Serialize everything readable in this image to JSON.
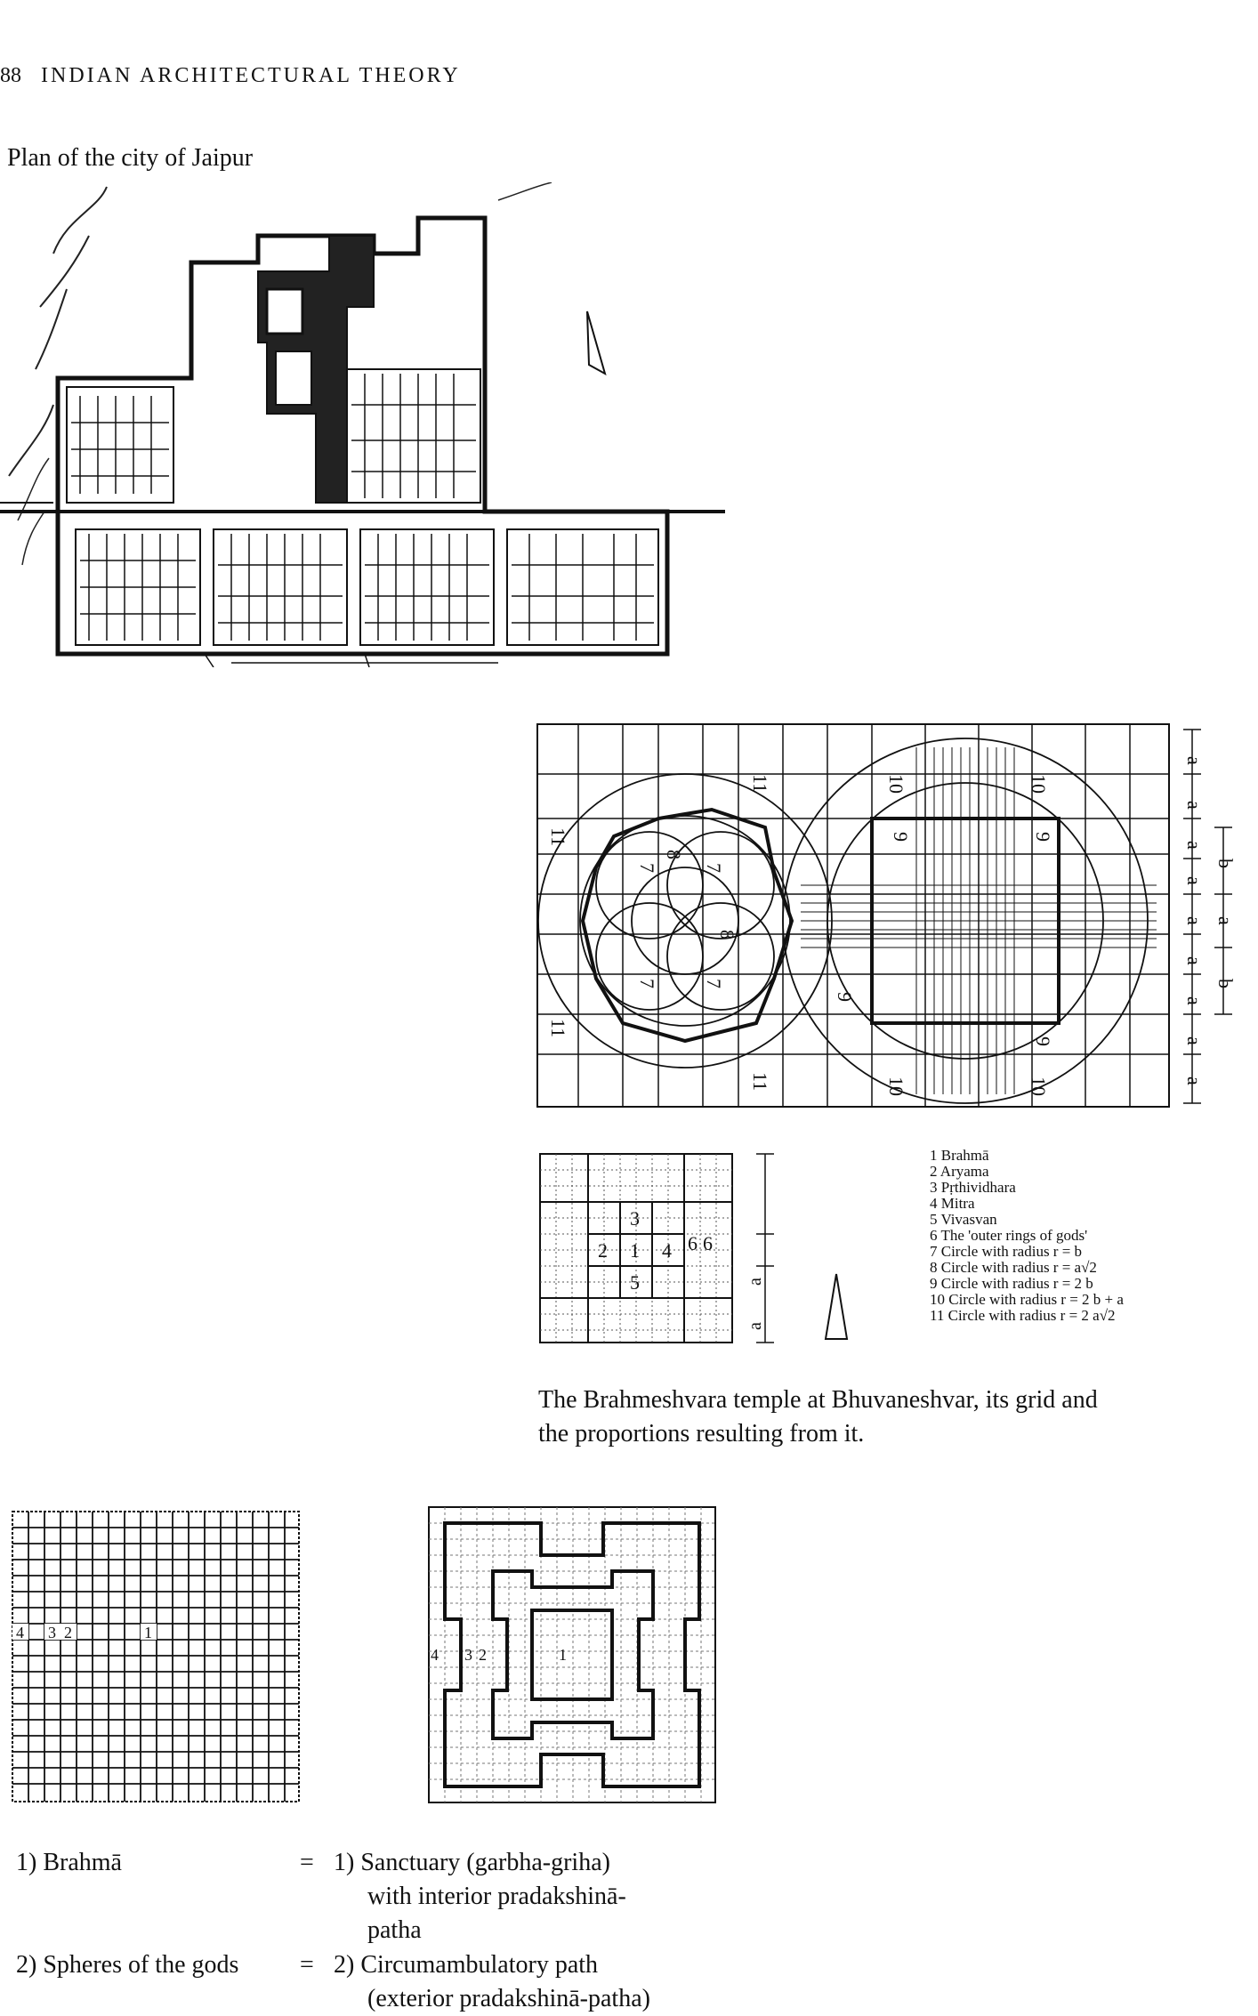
{
  "page": {
    "number": "88",
    "running_title": "INDIAN ARCHITECTURAL THEORY"
  },
  "figures": {
    "jaipur": {
      "caption": "Plan of the city of Jaipur"
    },
    "temple": {
      "caption_line1": "The Brahmeshvara temple at Bhuvaneshvar, its grid and",
      "caption_line2": "the proportions resulting from it.",
      "small_grid_labels": [
        "1",
        "2",
        "3",
        "4",
        "5",
        "6",
        "6"
      ],
      "dimension_labels": [
        "a",
        "b"
      ],
      "circle_numbers": [
        "7",
        "8",
        "9",
        "10",
        "11"
      ],
      "legend": [
        "1 Brahmā",
        "2 Aryama",
        "3 Pṛthividhara",
        "4 Mitra",
        "5 Vivasvan",
        "6 The 'outer rings of gods'",
        "7 Circle with radius r = b",
        "8 Circle with radius r = a√2",
        "9 Circle with radius r = 2 b",
        "10 Circle with radius r = 2 b + a",
        "11 Circle with radius r = 2 a√2"
      ]
    },
    "grids": {
      "grid_left_labels": [
        "4",
        "3",
        "2",
        "1"
      ],
      "grid_right_labels": [
        "4",
        "3",
        "2",
        "1"
      ]
    }
  },
  "equivalences": [
    {
      "left": "1) Brahmā",
      "sign": "=",
      "right_lines": [
        "1) Sanctuary (garbha-griha)",
        "with interior pradakshinā-",
        "patha"
      ]
    },
    {
      "left": "2) Spheres of the gods",
      "sign": "=",
      "right_lines": [
        "2) Circumambulatory path",
        "(exterior pradakshinā-patha)"
      ]
    }
  ]
}
